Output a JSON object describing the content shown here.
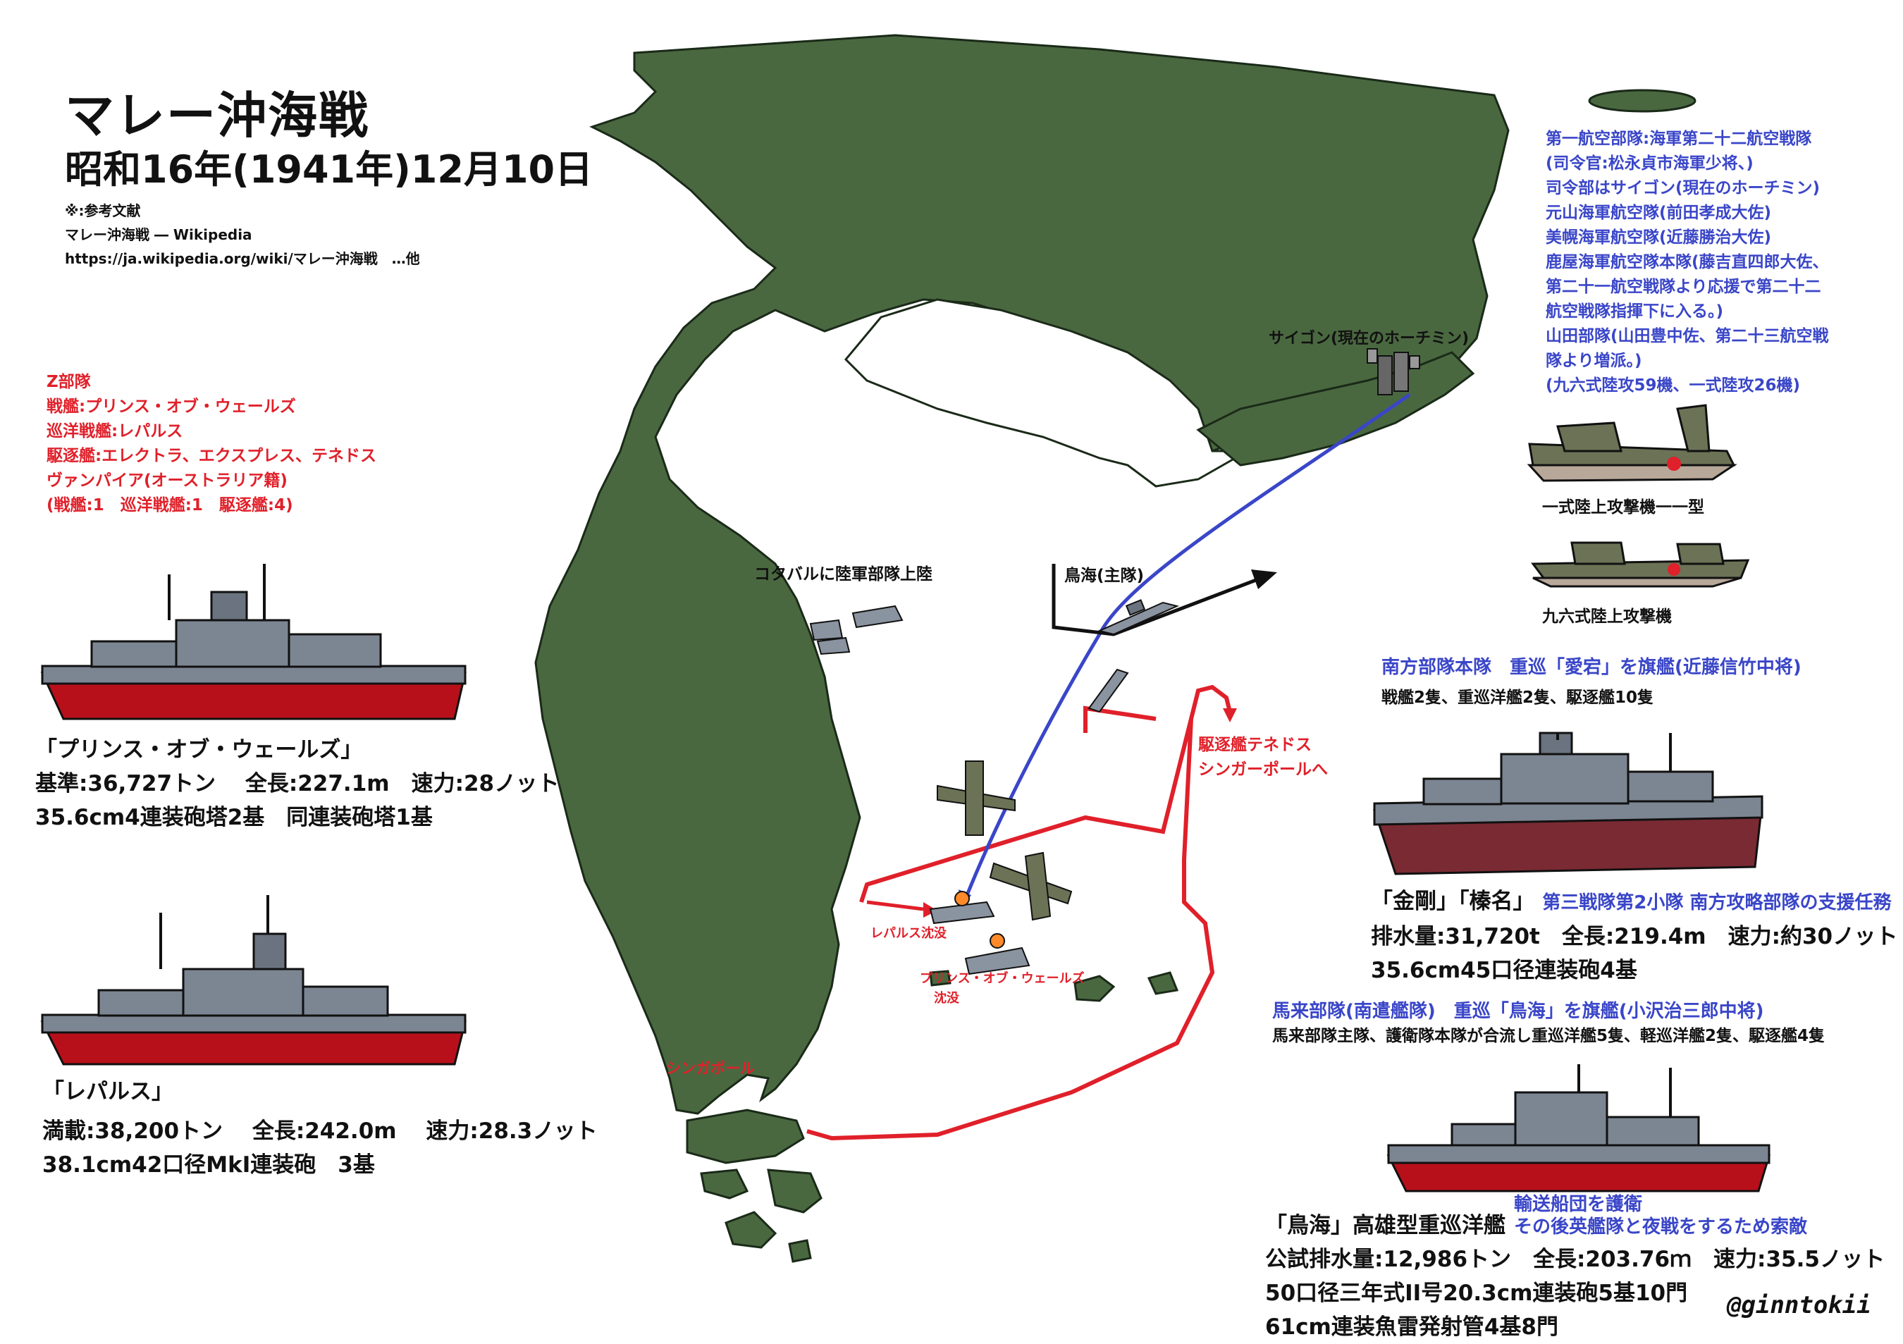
{
  "title": "マレー沖海戦",
  "subtitle": "昭和16年(1941年)12月10日",
  "reference": {
    "heading": "※:参考文献",
    "source": "マレー沖海戦 ― Wikipedia",
    "url": "https://ja.wikipedia.org/wiki/マレー沖海戦　…他"
  },
  "z_force": {
    "lines": [
      "Z部隊",
      "戦艦:プリンス・オブ・ウェールズ",
      "巡洋戦艦:レパルス",
      "駆逐艦:エレクトラ、エクスプレス、テネドス",
      "ヴァンパイア(オーストラリア籍)",
      "(戦艦:1　巡洋戦艦:1　駆逐艦:4)"
    ]
  },
  "prince_of_wales": {
    "name": "「プリンス・オブ・ウェールズ」",
    "specs": [
      "基準:36,727トン　 全長:227.1m　速力:28ノット",
      "35.6cm4連装砲塔2基　同連装砲塔1基"
    ]
  },
  "repulse": {
    "name": "「レパルス」",
    "specs": [
      "満載:38,200トン　 全長:242.0m　 速力:28.3ノット",
      "38.1cm42口径MkI連装砲　3基"
    ]
  },
  "air_fleet": {
    "lines": [
      "第一航空部隊:海軍第二十二航空戦隊",
      "(司令官:松永貞市海軍少将、)",
      "司令部はサイゴン(現在のホーチミン)",
      "元山海軍航空隊(前田孝成大佐)",
      "美幌海軍航空隊(近藤勝治大佐)",
      "鹿屋海軍航空隊本隊(藤吉直四郎大佐、",
      "第二十一航空戦隊より応援で第二十二",
      "航空戦隊指揮下に入る。)",
      "山田部隊(山田豊中佐、第二十三航空戦",
      "隊より増派。)",
      "(九六式陸攻59機、一式陸攻26機)"
    ],
    "g4m_label": "一式陸上攻撃機一一型",
    "g3m_label": "九六式陸上攻撃機"
  },
  "southern_force": {
    "header": "南方部隊本隊　重巡「愛宕」を旗艦(近藤信竹中将)",
    "detail": "戦艦2隻、重巡洋艦2隻、駆逐艦10隻"
  },
  "kongo": {
    "name": "「金剛」「榛名」",
    "role": "第三戦隊第2小隊 南方攻略部隊の支援任務",
    "specs": [
      "排水量:31,720t　全長:219.4m　速力:約30ノット",
      "35.6cm45口径連装砲4基"
    ]
  },
  "malay_force": {
    "header": "馬来部隊(南遣艦隊)　重巡「鳥海」を旗艦(小沢治三郎中将)",
    "detail": "馬来部隊主隊、護衛隊本隊が合流し重巡洋艦5隻、軽巡洋艦2隻、駆逐艦4隻"
  },
  "chokai": {
    "note1": "輸送船団を護衛",
    "note2": "その後英艦隊と夜戦をするため索敵",
    "name": "「鳥海」高雄型重巡洋艦",
    "specs": [
      "公試排水量:12,986トン　全長:203.76ｍ　速力:35.5ノット",
      "50口径三年式II号20.3cm連装砲5基10門",
      "61cm連装魚雷発射管4基8門"
    ]
  },
  "map_labels": {
    "saigon": "サイゴン(現在のホーチミン)",
    "chokai_main": "鳥海(主隊)",
    "kota_bharu": "コタバルに陸軍部隊上陸",
    "tenedos": [
      "駆逐艦テネドス",
      "シンガーポールへ"
    ],
    "repulse_sunk": "レパルス沈没",
    "pow_sunk": [
      "プリンス・オブ・ウェールズ",
      "沈没"
    ],
    "singapore": "シンガポール"
  },
  "credit": "@ginntokii",
  "colors": {
    "land": "#4a6840",
    "red": "#e0202a",
    "blue": "#3a46c8",
    "hull_red": "#b8101a",
    "hull_grey": "#7c8592",
    "hull_maroon": "#7a2a33"
  }
}
